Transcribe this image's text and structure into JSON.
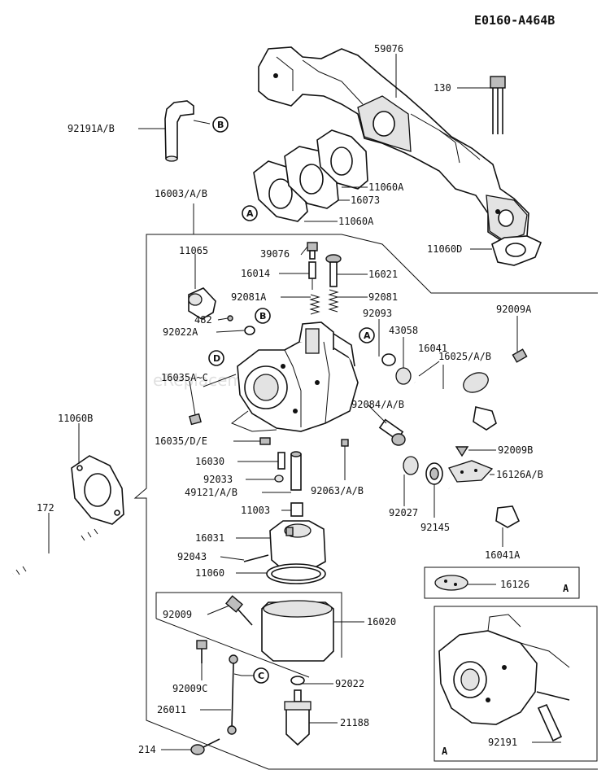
{
  "diagram_code": "E0160-A464B",
  "watermark": "eReplacementParts.com",
  "callouts": {
    "p59076": "59076",
    "p130": "130",
    "p92191ab": "92191A/B",
    "p11060a_1": "11060A",
    "p16073": "16073",
    "p11060a_2": "11060A",
    "p16003": "16003/A/B",
    "p11060d": "11060D",
    "p11065": "11065",
    "p39076": "39076",
    "p16014": "16014",
    "p16021": "16021",
    "p92081a": "92081A",
    "p92081": "92081",
    "p92093": "92093",
    "p482": "482",
    "p92022a": "92022A",
    "p43058": "43058",
    "p16025": "16025/A/B",
    "p92009a": "92009A",
    "p16041": "16041",
    "p16035ac": "16035A~C",
    "p92084": "92084/A/B",
    "p11060b": "11060B",
    "p16035de": "16035/D/E",
    "p92009b": "92009B",
    "p16030": "16030",
    "p92033": "92033",
    "p16126ab": "16126A/B",
    "p49121": "49121/A/B",
    "p92063": "92063/A/B",
    "p11003": "11003",
    "p92027": "92027",
    "p92145": "92145",
    "p172": "172",
    "p16031": "16031",
    "p16041a": "16041A",
    "p92043": "92043",
    "p11060": "11060",
    "p16126": "16126",
    "p92009": "92009",
    "p16020": "16020",
    "p92009c": "92009C",
    "p92022": "92022",
    "p26011": "26011",
    "p21188": "21188",
    "p214": "214",
    "p92191": "92191"
  },
  "reference_letters": {
    "a": "A",
    "b": "B",
    "c": "C",
    "d": "D"
  },
  "inset_labels": {
    "inset_16126": "A",
    "inset_carb": "A"
  }
}
